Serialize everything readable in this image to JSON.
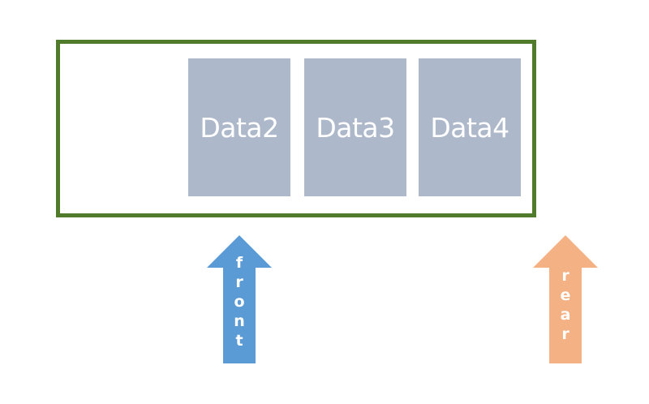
{
  "queue": {
    "cells": [
      "Data2",
      "Data3",
      "Data4"
    ]
  },
  "pointers": {
    "front": {
      "label": "front",
      "color": "#5b9bd5"
    },
    "rear": {
      "label": "rear",
      "color": "#f4b183"
    }
  },
  "colors": {
    "border": "#4f7b2a",
    "cell": "#adb9ca"
  }
}
